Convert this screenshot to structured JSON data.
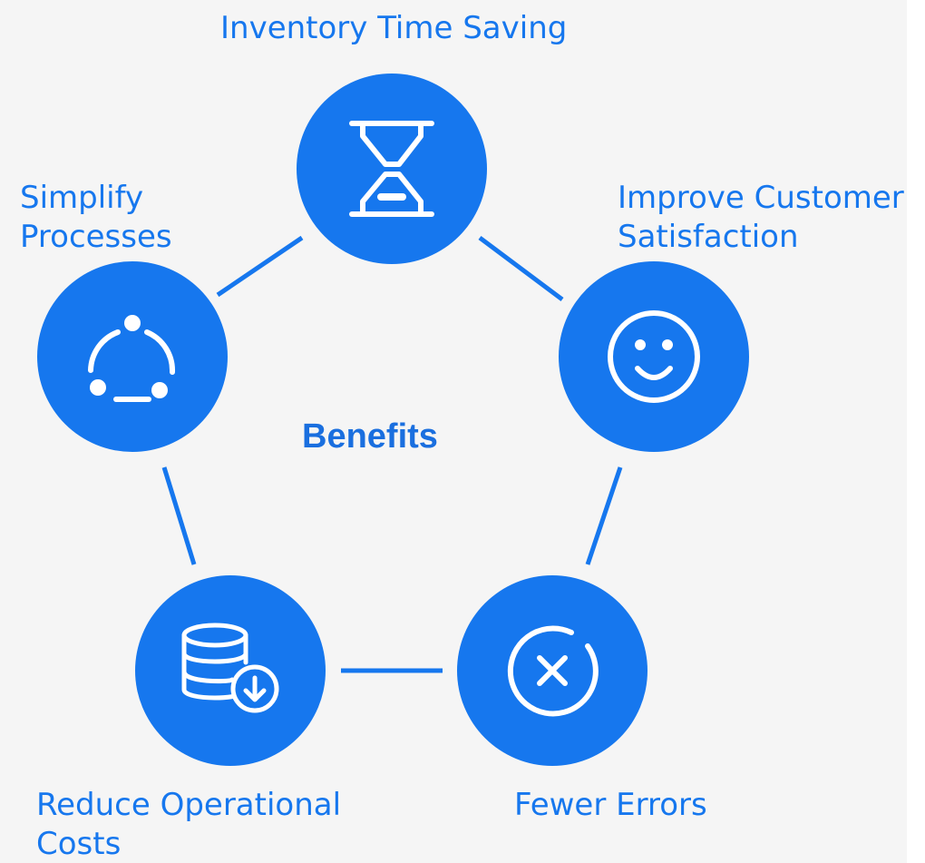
{
  "center": {
    "title": "Benefits"
  },
  "nodes": [
    {
      "id": "inventory",
      "label": "Inventory Time Saving",
      "icon": "hourglass-icon"
    },
    {
      "id": "customer",
      "label": "Improve Customer\nSatisfaction",
      "icon": "smiley-face-icon"
    },
    {
      "id": "errors",
      "label": "Fewer Errors",
      "icon": "circle-x-icon"
    },
    {
      "id": "costs",
      "label": "Reduce Operational\nCosts",
      "icon": "database-download-icon"
    },
    {
      "id": "simplify",
      "label": "Simplify\nProcesses",
      "icon": "cycle-dots-icon"
    }
  ],
  "colors": {
    "accent": "#1677ee",
    "background": "#f5f5f5",
    "icon_stroke": "#ffffff",
    "title": "#1a6fdf"
  }
}
